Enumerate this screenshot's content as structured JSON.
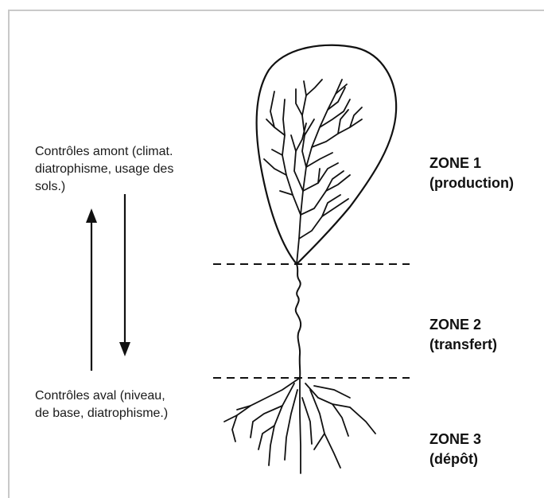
{
  "labels": {
    "upstream_line1": "Contrôles amont (climat.",
    "upstream_line2": "diatrophisme, usage des",
    "upstream_line3": "sols.)",
    "downstream_line1": "Contrôles aval (niveau,",
    "downstream_line2": "de base, diatrophisme.)"
  },
  "zones": [
    {
      "title": "ZONE 1",
      "subtitle": "(production)"
    },
    {
      "title": "ZONE 2",
      "subtitle": "(transfert)"
    },
    {
      "title": "ZONE 3",
      "subtitle": "(dépôt)"
    }
  ],
  "colors": {
    "ink": "#111111",
    "frame": "#c9c9c9",
    "background": "#ffffff"
  }
}
